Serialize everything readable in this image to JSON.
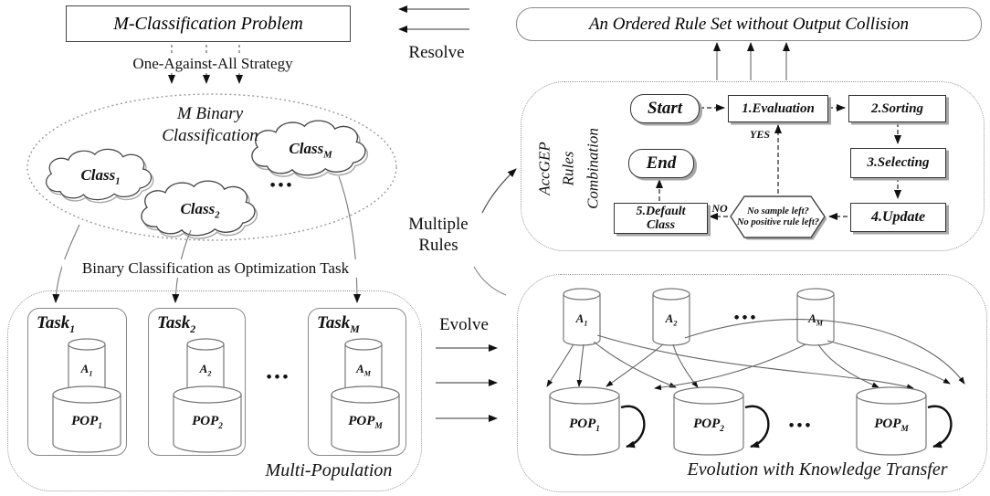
{
  "problem": {
    "label": "M-Classification Problem"
  },
  "strategy_label": "One-Against-All Strategy",
  "binary_classification": {
    "title_line1": "M Binary",
    "title_line2": "Classification",
    "clouds": [
      {
        "base": "Class",
        "sub": "1"
      },
      {
        "base": "Class",
        "sub": "2"
      },
      {
        "base": "Class",
        "sub": "M"
      }
    ],
    "dots": "•••"
  },
  "optimization_label": "Binary Classification as Optimization Task",
  "multi_population": {
    "title": "Multi-Population",
    "dots": "•••",
    "tasks": [
      {
        "name": {
          "base": "Task",
          "sub": "1"
        },
        "algorithm": {
          "base": "A",
          "sub": "1"
        },
        "population": {
          "base": "POP",
          "sub": "1"
        }
      },
      {
        "name": {
          "base": "Task",
          "sub": "2"
        },
        "algorithm": {
          "base": "A",
          "sub": "2"
        },
        "population": {
          "base": "POP",
          "sub": "2"
        }
      },
      {
        "name": {
          "base": "Task",
          "sub": "M"
        },
        "algorithm": {
          "base": "A",
          "sub": "M"
        },
        "population": {
          "base": "POP",
          "sub": "M"
        }
      }
    ]
  },
  "connectors": {
    "resolve": "Resolve",
    "multiple_rules_line1": "Multiple",
    "multiple_rules_line2": "Rules",
    "evolve": "Evolve"
  },
  "rule_set": {
    "label": "An Ordered Rule Set without Output Collision"
  },
  "accgep": {
    "title_line1": "AccGEP",
    "title_line2": "Rules",
    "title_line3": "Combination",
    "start": "Start",
    "evaluation": "1.Evaluation",
    "sorting": "2.Sorting",
    "selecting": "3.Selecting",
    "update": "4.Update",
    "end": "End",
    "default_line1": "5.Default",
    "default_line2": "Class",
    "decision_line1": "No sample left?",
    "decision_line2": "No positive rule left?",
    "yes": "YES",
    "no": "NO"
  },
  "evolution": {
    "title": "Evolution with Knowledge Transfer",
    "dots_top": "•••",
    "dots_bottom": "•••",
    "algorithms": [
      {
        "base": "A",
        "sub": "1"
      },
      {
        "base": "A",
        "sub": "2"
      },
      {
        "base": "A",
        "sub": "M"
      }
    ],
    "populations": [
      {
        "base": "POP",
        "sub": "1"
      },
      {
        "base": "POP",
        "sub": "2"
      },
      {
        "base": "POP",
        "sub": "M"
      }
    ]
  }
}
